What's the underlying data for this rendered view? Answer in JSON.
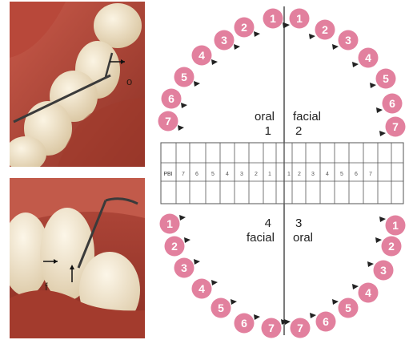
{
  "photos": {
    "top_label": "o",
    "bottom_label": "f"
  },
  "chart": {
    "center_index_label": "PBI",
    "quadrants": {
      "q1": {
        "surface": "oral",
        "number": "1"
      },
      "q2": {
        "surface": "facial",
        "number": "2"
      },
      "q3": {
        "surface": "oral",
        "number": "3"
      },
      "q4": {
        "surface": "facial",
        "number": "4"
      }
    },
    "tooth_numbers": [
      "1",
      "2",
      "3",
      "4",
      "5",
      "6",
      "7"
    ],
    "grid_numbers_left": [
      "7",
      "6",
      "5",
      "4",
      "3",
      "2",
      "1"
    ],
    "grid_numbers_right": [
      "1",
      "2",
      "3",
      "4",
      "5",
      "6",
      "7"
    ],
    "colors": {
      "tooth_circle": "#e2809e",
      "tooth_text": "#ffffff",
      "marker": "#222222",
      "grid_line": "#555555",
      "midline": "#333333"
    }
  }
}
